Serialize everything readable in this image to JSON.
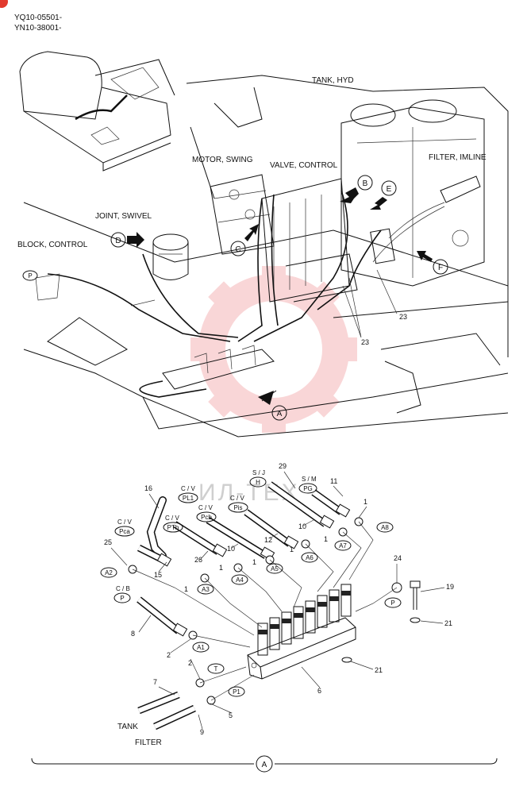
{
  "header": {
    "serial_1": "YQ10-05501-",
    "serial_2": "YN10-38001-"
  },
  "watermark": "ИЛ-ТЕХ",
  "top_labels": {
    "tank_hyd": "TANK, HYD",
    "motor_swing": "MOTOR, SWING",
    "valve_control": "VALVE, CONTROL",
    "filter_imline": "FILTER, IMLINE",
    "joint_swivel": "JOINT, SWIVEL",
    "block_control": "BLOCK, CONTROL"
  },
  "callouts": {
    "A": "A",
    "B": "B",
    "C": "C",
    "D": "D",
    "E": "E",
    "F": "F",
    "P": "P"
  },
  "top_numbers": {
    "n23a": "23",
    "n23b": "23"
  },
  "detail": {
    "ports": {
      "pl1": "PL1",
      "pis": "Pis",
      "pcb": "Pcb",
      "ptb": "PTb",
      "pca": "Pca",
      "h": "H",
      "pg": "PG",
      "p_cb": "P",
      "p_right": "P",
      "t": "T",
      "p1": "P1",
      "a1": "A1",
      "a2": "A2",
      "a3": "A3",
      "a4": "A4",
      "a5": "A5",
      "a6": "A6",
      "a7": "A7",
      "a8": "A8"
    },
    "port_headers": {
      "cv_pl1": "C / V",
      "cv_pis": "C / V",
      "cv_pcb": "C / V",
      "cv_ptb": "C / V",
      "cv_pca": "C / V",
      "sj": "S / J",
      "sm": "S / M",
      "cb": "C / B"
    },
    "numbers": {
      "n16": "16",
      "n25a": "25",
      "n15": "15",
      "n26": "26",
      "n10a": "10",
      "n12": "12",
      "n10b": "10",
      "n29": "29",
      "n11": "11",
      "n1a": "1",
      "n1b": "1",
      "n1c": "1",
      "n1d": "1",
      "n1e": "1",
      "n8": "8",
      "n2a": "2",
      "n2b": "2",
      "n7": "7",
      "n9": "9",
      "n5": "5",
      "n6": "6",
      "n24": "24",
      "n19": "19",
      "n21a": "21",
      "n21b": "21"
    },
    "text_tank": "TANK",
    "text_filter": "FILTER",
    "bottom_callout": "A"
  }
}
